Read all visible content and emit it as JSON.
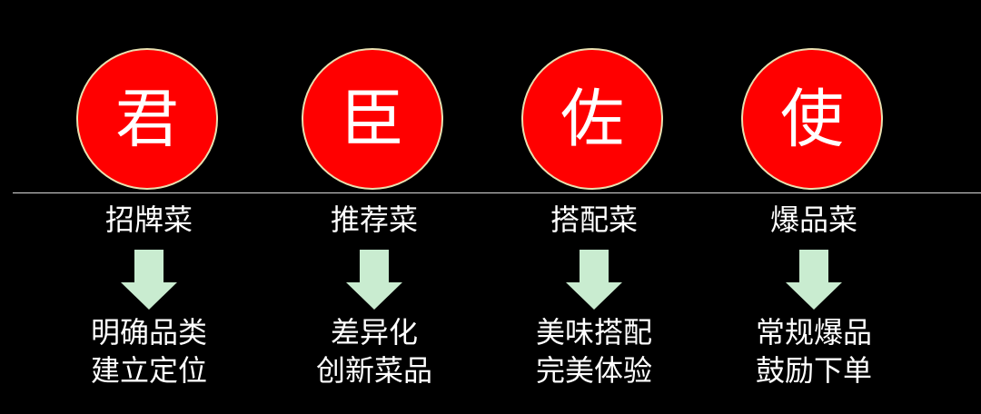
{
  "colors": {
    "background": "#000000",
    "circle_fill": "#ff0000",
    "circle_border": "#e8e0b0",
    "arrow_fill": "#c9ecd0",
    "divider": "#d9d9d9",
    "text": "#ffffff"
  },
  "columns": [
    {
      "char": "君",
      "label": "招牌菜",
      "desc": [
        "明确品类",
        "建立定位"
      ]
    },
    {
      "char": "臣",
      "label": "推荐菜",
      "desc": [
        "差异化",
        "创新菜品"
      ]
    },
    {
      "char": "佐",
      "label": "搭配菜",
      "desc": [
        "美味搭配",
        "完美体验"
      ]
    },
    {
      "char": "使",
      "label": "爆品菜",
      "desc": [
        "常规爆品",
        "鼓励下单"
      ]
    }
  ]
}
